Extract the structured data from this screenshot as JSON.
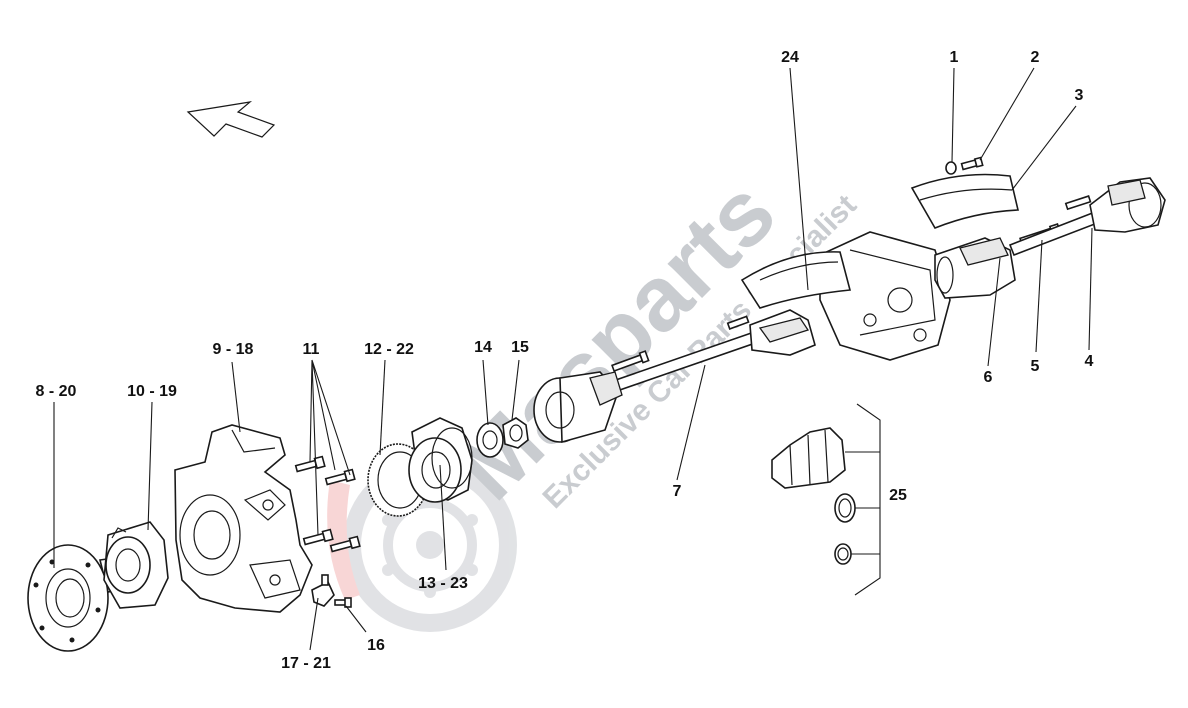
{
  "diagram": {
    "watermark": {
      "brand": "Masparts",
      "tagline": "Exclusive Car Parts Specialist"
    },
    "callouts": {
      "c1": "1",
      "c2": "2",
      "c3": "3",
      "c4": "4",
      "c5": "5",
      "c6": "6",
      "c7": "7",
      "c8": "8 - 20",
      "c9": "9 - 18",
      "c10": "10 - 19",
      "c11": "11",
      "c12": "12 - 22",
      "c13": "13 - 23",
      "c14": "14",
      "c15": "15",
      "c16": "16",
      "c17": "17 - 21",
      "c24": "24",
      "c25": "25"
    },
    "colors": {
      "line": "#1a1a1a",
      "watermark": "#c9ccd0",
      "highlight": "#f4b6b6"
    },
    "icons": {
      "direction_arrow": "arrow-up-left-icon"
    }
  }
}
